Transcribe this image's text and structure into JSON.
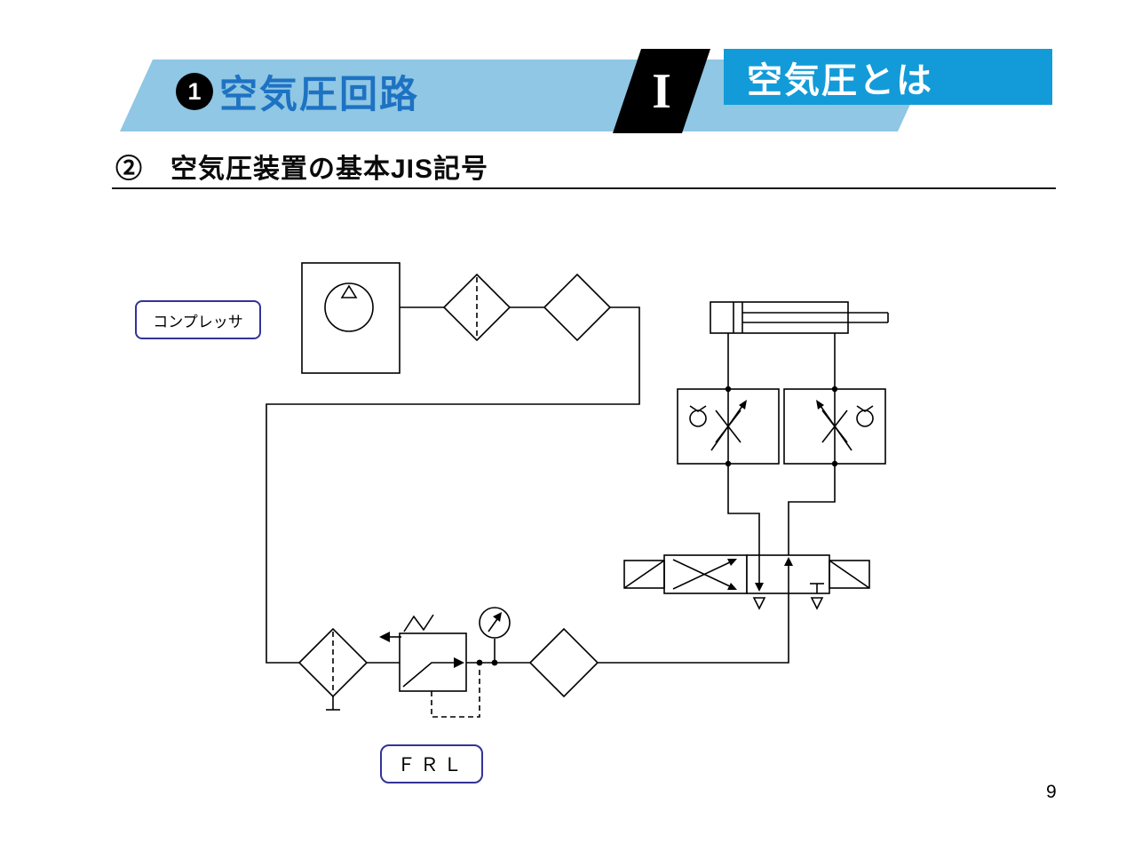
{
  "header": {
    "series_badge": "1",
    "series_title": "空気圧回路",
    "chapter_numeral": "I",
    "chapter_title": "空気圧とは"
  },
  "section": {
    "title": "②　空気圧装置の基本JIS記号"
  },
  "diagram": {
    "compressor_label": "コンプレッサ",
    "frl_label": "ＦＲＬ"
  },
  "footer": {
    "page_number": "9"
  },
  "colors": {
    "banner-light-blue": "#8FC7E4",
    "header-blue": "#129BD8",
    "series-title-blue": "#1E72C2",
    "label-border-navy": "#333399"
  }
}
